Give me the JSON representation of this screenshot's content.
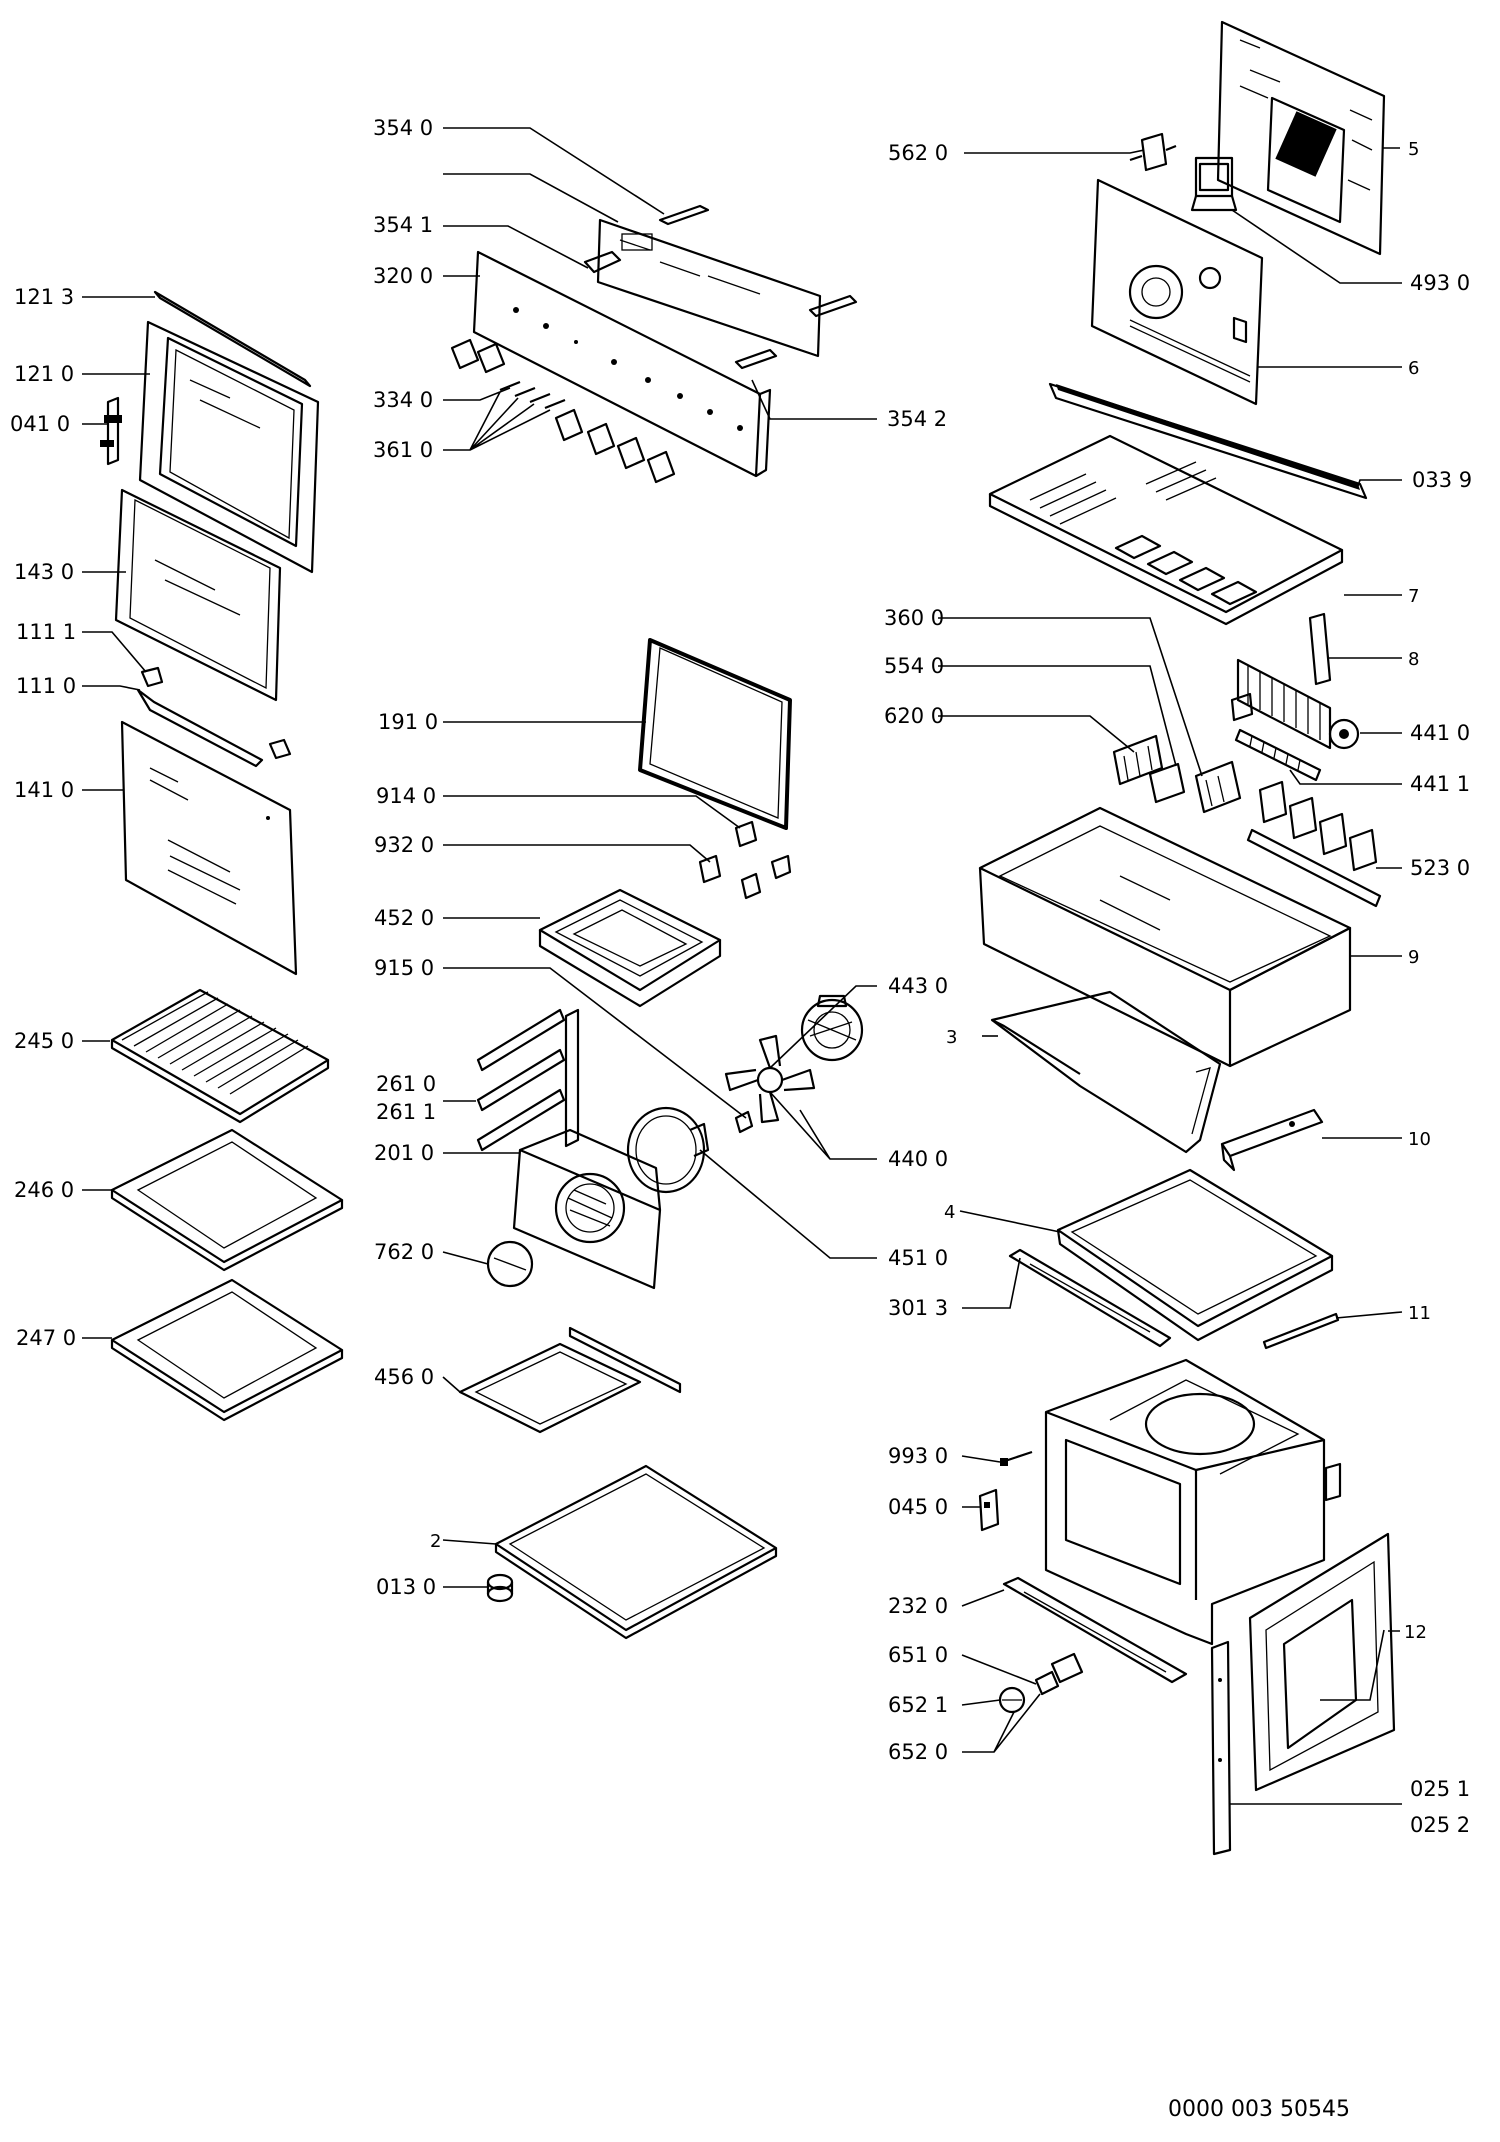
{
  "labels": {
    "l3540": "354 0",
    "l3541": "354 1",
    "l3200": "320 0",
    "l3340": "334 0",
    "l3610": "361 0",
    "l3542": "354 2",
    "l5620": "562 0",
    "l5": "5",
    "l4930": "493 0",
    "l6": "6",
    "l0339": "033 9",
    "l7": "7",
    "l3600": "360 0",
    "l5540": "554 0",
    "l6200": "620 0",
    "l8": "8",
    "l4410": "441 0",
    "l4411": "441 1",
    "l5230": "523 0",
    "l9": "9",
    "l1213": "121 3",
    "l1210": "121 0",
    "l0410": "041 0",
    "l1430": "143 0",
    "l1111": "111 1",
    "l1110": "111 0",
    "l1410": "141 0",
    "l1910": "191 0",
    "l9140": "914 0",
    "l9320": "932 0",
    "l4520": "452 0",
    "l9150": "915 0",
    "l4430": "443 0",
    "l3": "3",
    "l2450": "245 0",
    "l2610": "261 0",
    "l2611": "261 1",
    "l2010": "201 0",
    "l4400": "440 0",
    "l10": "10",
    "l4": "4",
    "l2460": "246 0",
    "l7620": "762 0",
    "l4510": "451 0",
    "l3013": "301 3",
    "l11": "11",
    "l2470": "247 0",
    "l4560": "456 0",
    "l9930": "993 0",
    "l0450": "045 0",
    "l2": "2",
    "l0130": "013 0",
    "l2320": "232 0",
    "l12": "12",
    "l6510": "651 0",
    "l6521": "652 1",
    "l6520": "652 0",
    "l0251": "025 1",
    "l0252": "025 2"
  },
  "drawing_code": "0000 003 50545"
}
